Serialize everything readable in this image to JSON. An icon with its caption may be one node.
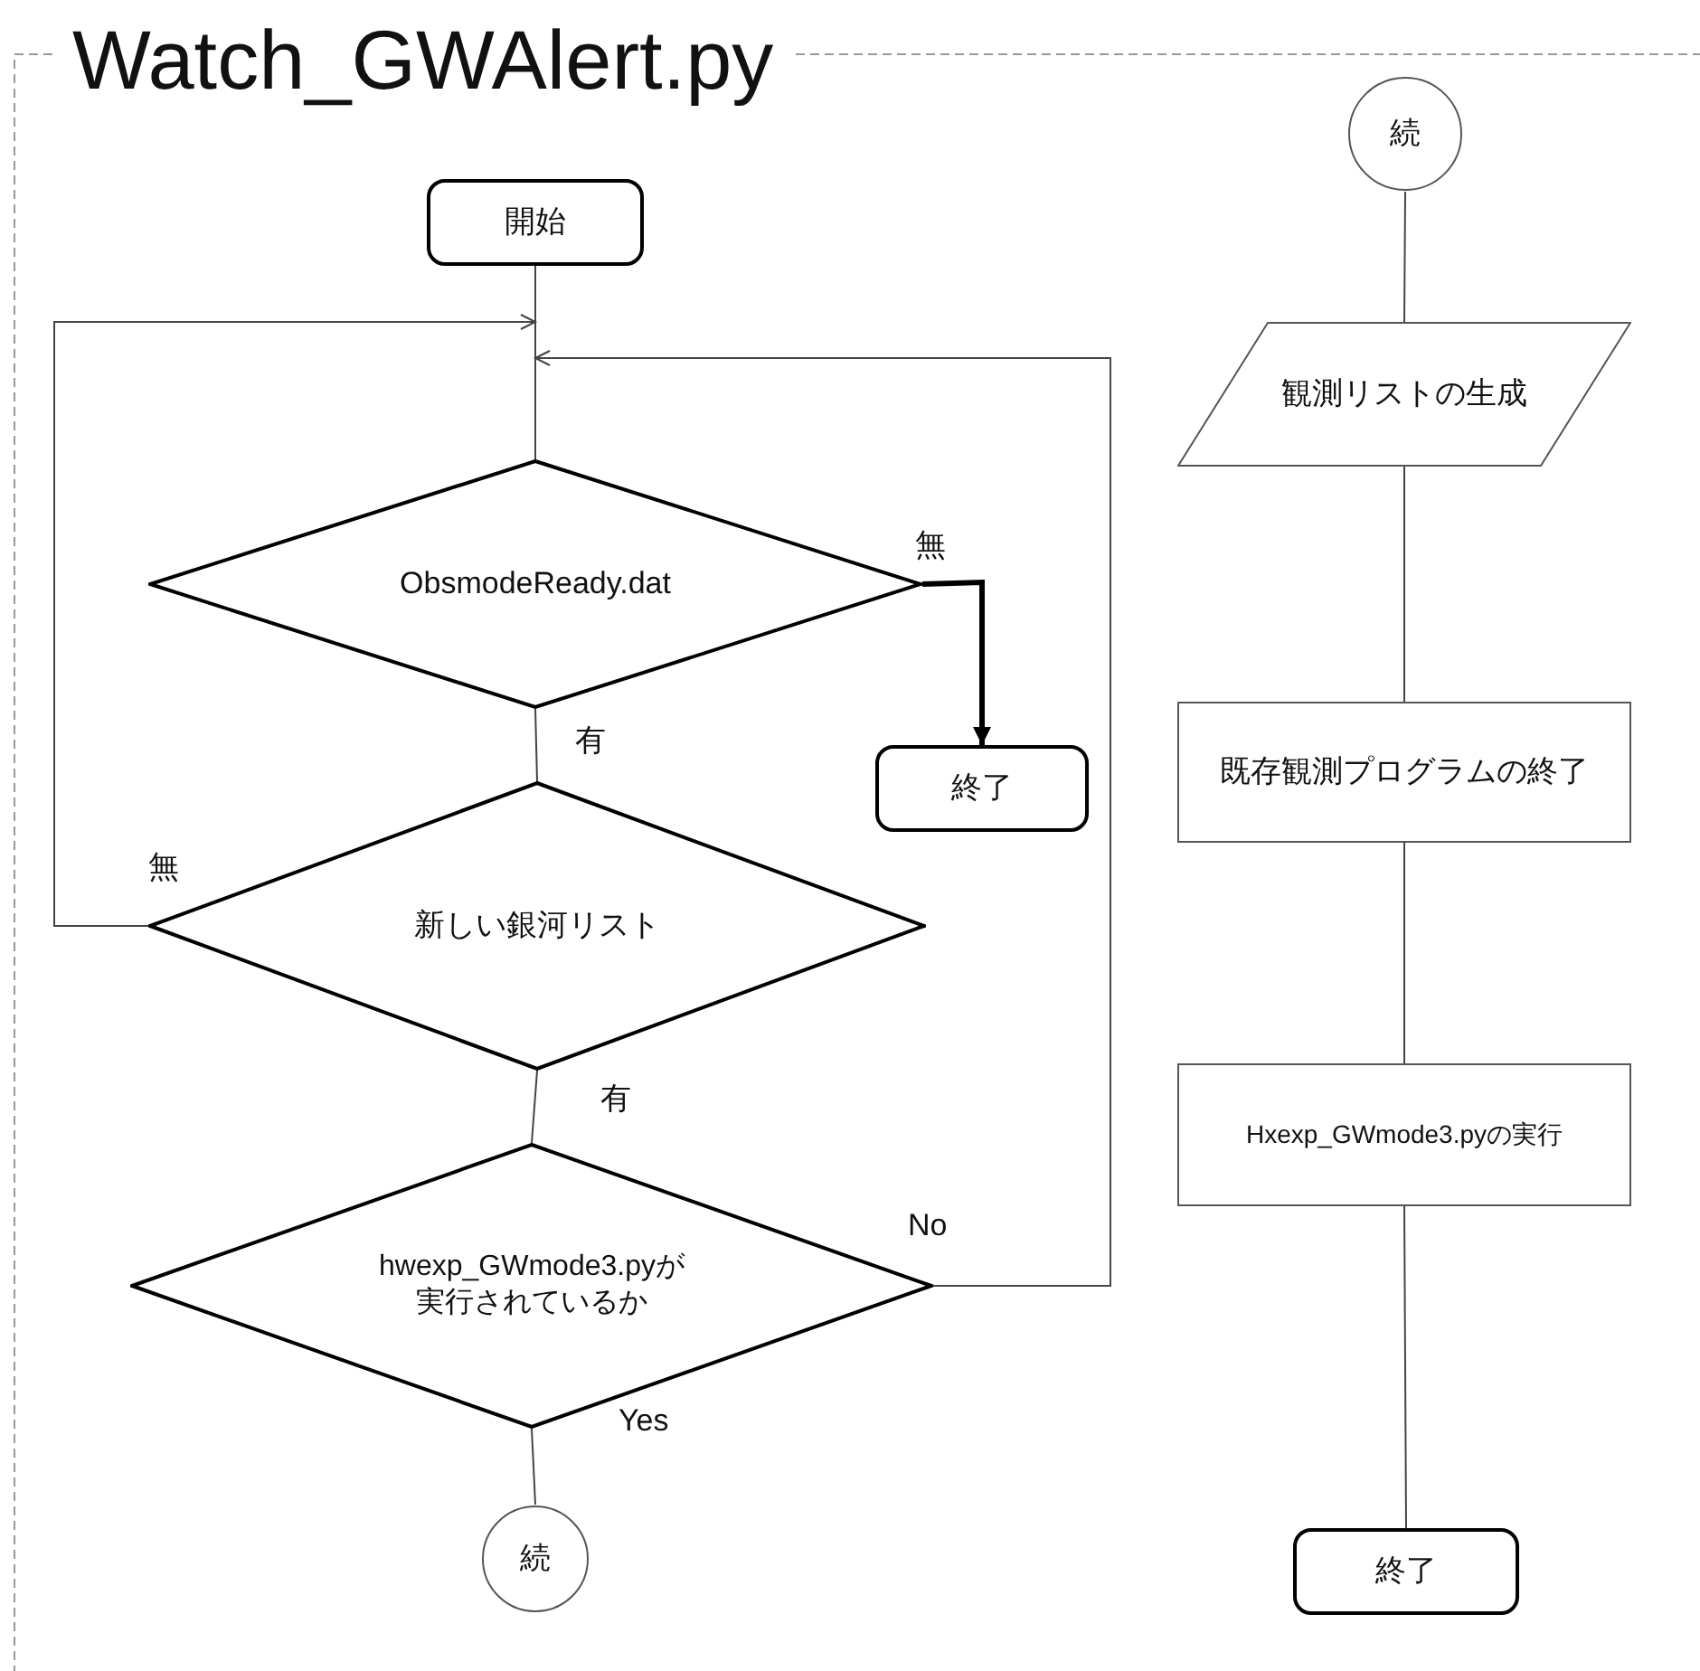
{
  "diagram": {
    "title": "Watch_GWAlert.py",
    "nodes": [
      {
        "text": [
          "開始"
        ]
      },
      {
        "text": [
          "ObsmodeReady.dat"
        ]
      },
      {
        "text": [
          "終了"
        ]
      },
      {
        "text": [
          "新しい銀河リスト"
        ]
      },
      {
        "text": [
          "hwexp_GWmode3.pyが実行されているか"
        ]
      },
      {
        "text": [
          "続"
        ]
      },
      {
        "text": [
          "続"
        ]
      },
      {
        "text": [
          "観測リストの生成"
        ]
      },
      {
        "text": [
          "既存観測プログラムの終了"
        ]
      },
      {
        "text": [
          "Hxexp_GWmode3.pyの実行"
        ]
      },
      {
        "text": [
          "終了"
        ]
      }
    ],
    "edges": [
      {
        "from": 0,
        "to": 1,
        "arrow": "none"
      },
      {
        "from": 1,
        "to": 2,
        "arrow": "to",
        "label": "無",
        "style": "thick"
      },
      {
        "from": 1,
        "to": 3,
        "arrow": "none",
        "label": "有"
      },
      {
        "from": 3,
        "to": 1,
        "arrow": "to",
        "label": "無"
      },
      {
        "from": 3,
        "to": 4,
        "arrow": "none",
        "label": "有"
      },
      {
        "from": 4,
        "to": 1,
        "arrow": "to",
        "label": "No"
      },
      {
        "from": 4,
        "to": 5,
        "arrow": "none",
        "label": "Yes"
      },
      {
        "from": 6,
        "to": 7,
        "arrow": "none"
      },
      {
        "from": 7,
        "to": 8,
        "arrow": "none"
      },
      {
        "from": 8,
        "to": 9,
        "arrow": "none"
      },
      {
        "from": 9,
        "to": 10,
        "arrow": "none"
      }
    ]
  }
}
